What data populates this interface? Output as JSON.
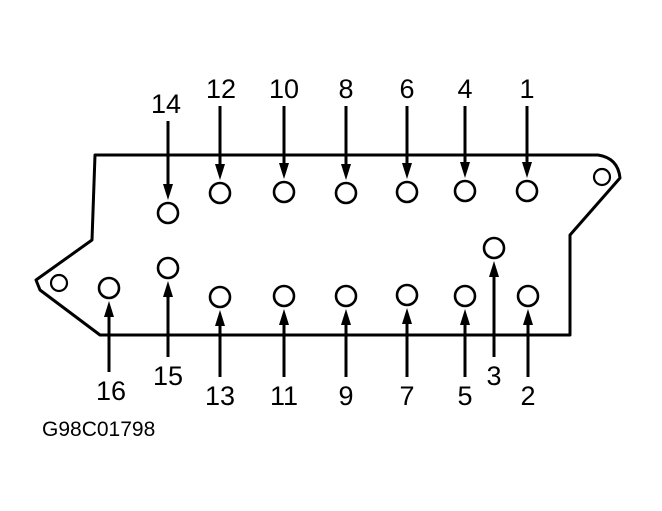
{
  "diagram": {
    "figure_code": "G98C01798",
    "bolts": [
      {
        "label": "1"
      },
      {
        "label": "2"
      },
      {
        "label": "3"
      },
      {
        "label": "4"
      },
      {
        "label": "5"
      },
      {
        "label": "6"
      },
      {
        "label": "7"
      },
      {
        "label": "8"
      },
      {
        "label": "9"
      },
      {
        "label": "10"
      },
      {
        "label": "11"
      },
      {
        "label": "12"
      },
      {
        "label": "13"
      },
      {
        "label": "14"
      },
      {
        "label": "15"
      },
      {
        "label": "16"
      }
    ]
  }
}
